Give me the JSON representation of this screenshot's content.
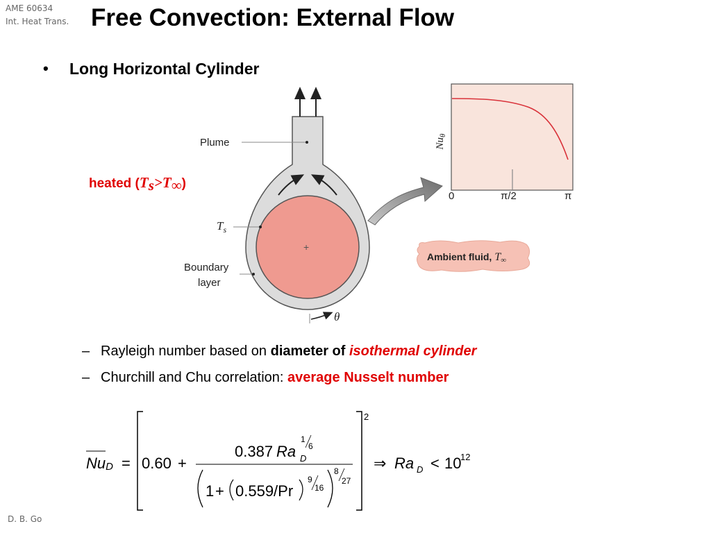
{
  "header": {
    "course_code": "AME 60634",
    "course_name": "Int. Heat Trans.",
    "title": "Free Convection: External Flow"
  },
  "bullet": {
    "symbol": "•",
    "text": "Long Horizontal Cylinder"
  },
  "diagram": {
    "plume_label": "Plume",
    "ts_label_main": "T",
    "ts_label_sub": "s",
    "boundary_label_line1": "Boundary",
    "boundary_label_line2": "layer",
    "theta_label": "θ",
    "ambient_label": "Ambient fluid,",
    "ambient_symbol": "T",
    "ambient_sub": "∞",
    "heated_prefix": "heated (",
    "heated_T1": "T",
    "heated_s": "s",
    "heated_gt": ">",
    "heated_T2": "T",
    "heated_inf": "∞",
    "heated_suffix": ")"
  },
  "inset_plot": {
    "ylabel_main": "Nu",
    "ylabel_sub": "θ",
    "x_ticks": [
      "0",
      "π/2",
      "π"
    ],
    "curve_color": "#d9323a",
    "background": "#f9e4dc"
  },
  "subbullets": [
    {
      "dash": "–",
      "text": "Rayleigh number based on ",
      "bold": "diameter of ",
      "red": "isothermal cylinder"
    },
    {
      "dash": "–",
      "text": "Churchill and Chu correlation: ",
      "red": "average Nusselt number"
    }
  ],
  "equation": {
    "lhs_main": "Nu",
    "lhs_sub": "D",
    "equals": "=",
    "const1": "0.60",
    "plus1": "+",
    "coef": "0.387",
    "ra": "Ra",
    "ra_sub": "D",
    "ra_exp_num": "1",
    "ra_exp_den": "6",
    "one": "1",
    "plus2": "+",
    "inner": "0.559/Pr",
    "inner_exp_num": "9",
    "inner_exp_den": "16",
    "outer_exp_num": "8",
    "outer_exp_den": "27",
    "bracket_exp": "2",
    "implies": "⇒",
    "cond_ra": "Ra",
    "cond_sub": "D",
    "lt": "<",
    "cond_base": "10",
    "cond_exp": "12"
  },
  "footer": {
    "author": "D. B. Go"
  }
}
